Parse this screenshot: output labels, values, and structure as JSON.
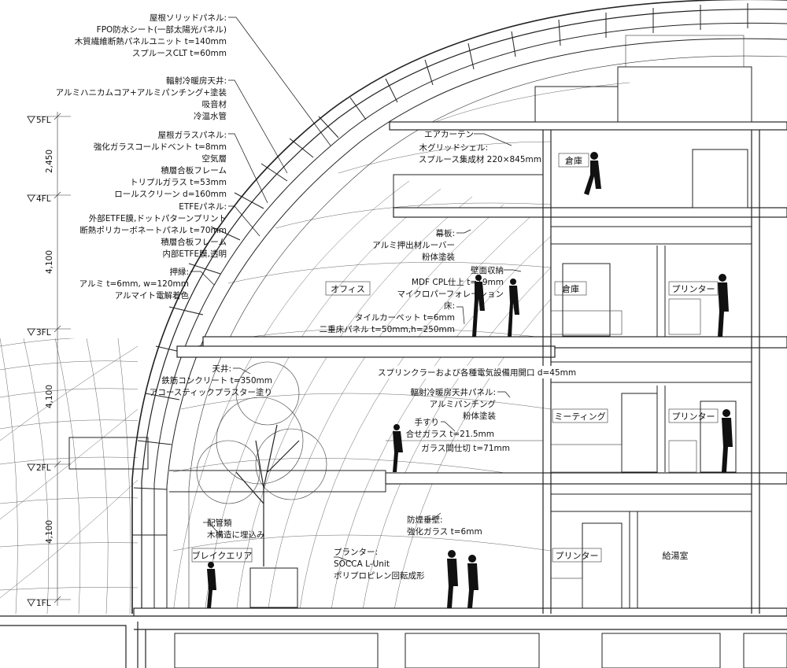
{
  "levels": [
    "5FL",
    "4FL",
    "3FL",
    "2FL",
    "1FL"
  ],
  "dimensions": [
    "2,450",
    "4,100",
    "4,100",
    "4,100"
  ],
  "rooms": {
    "soko_top": "倉庫",
    "office": "オフィス",
    "soko_mid": "倉庫",
    "printer_3f": "プリンター",
    "meeting": "ミーティング",
    "printer_2f": "プリンター",
    "printer_1f": "プリンター",
    "kyuto": "給湯室",
    "break_area": "ブレイクエリア"
  },
  "annotations": {
    "roof_solid": [
      "屋根ソリッドパネル:",
      "FPO防水シート(一部太陽光パネル)",
      "木質繊維断熱パネルユニット t=140mm",
      "スプルースCLT t=60mm"
    ],
    "radiant_ceiling": [
      "輻射冷暖房天井:",
      "アルミハニカムコア+アルミパンチング+塗装",
      "吸音材",
      "冷温水管"
    ],
    "roof_glass": [
      "屋根ガラスパネル:",
      "強化ガラスコールドベント t=8mm",
      "空気層",
      "積層合板フレーム",
      "トリプルガラス t=53mm",
      "ロールスクリーン d=160mm"
    ],
    "etfe": [
      "ETFEパネル:",
      "外部ETFE膜,ドットパターンプリント",
      "断熱ポリカーボネートパネル t=70mm",
      "積層合板フレーム",
      "内部ETFE膜,透明"
    ],
    "oshibuchi": [
      "押縁:",
      "アルミ t=6mm, w=120mm",
      "アルマイト電解着色"
    ],
    "air_curtain": [
      "エアカーテン"
    ],
    "wood_grid": [
      "木グリッドシェル:",
      "スプルース集成材 220×845mm"
    ],
    "makuita": [
      "幕板:",
      "アルミ押出材ルーバー",
      "粉体塗装"
    ],
    "wall_storage": [
      "壁面収納",
      "MDF CPL仕上 t=19mm",
      "マイクロパーフォレーション"
    ],
    "floor": [
      "床:",
      "タイルカーペット t=6mm",
      "二重床パネル t=50mm,h=250mm"
    ],
    "ceiling": [
      "天井:",
      "鉄筋コンクリート t=350mm",
      "アコースティックプラスター塗り"
    ],
    "sprinkler": [
      "スプリンクラーおよび各種電気設備用開口 d=45mm"
    ],
    "radiant_panel": [
      "輻射冷暖房天井パネル:",
      "アルミパンチング",
      "粉体塗装"
    ],
    "handrail": [
      "手すり",
      "合せガラス t=21.5mm",
      "ガラス間仕切 t=71mm"
    ],
    "smoke_wall": [
      "防煙垂壁:",
      "強化ガラス t=6mm"
    ],
    "piping": [
      "配管類",
      "木構造に埋込み"
    ],
    "planter": [
      "プランター:",
      "SOCCA L-Unit",
      "ポリプロピレン回転成形"
    ]
  }
}
